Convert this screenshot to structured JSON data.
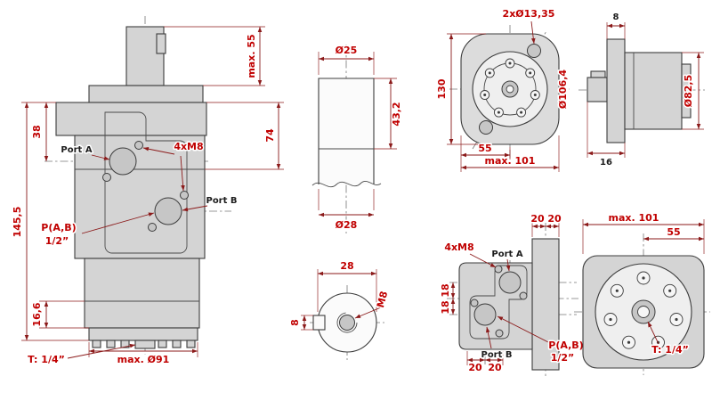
{
  "colors": {
    "dimension_red": "#c00000",
    "dimension_line": "#8b1a1a",
    "drawing_line": "#3c3c3c",
    "metal_fill": "#d4d4d4"
  },
  "drawing": {
    "front_view": {
      "dim_38": "38",
      "dim_145_5": "145,5",
      "dim_16_6": "16,6",
      "dim_max_55": "max. 55",
      "dim_74": "74",
      "dim_max_d91": "max. Ø91",
      "label_4xm8": "4xM8",
      "label_port_a": "Port A",
      "label_port_b": "Port B",
      "label_p_ab": "P(A,B)",
      "label_p_ab_size": "1/2”",
      "label_t": "T: 1/4”"
    },
    "shaft_view": {
      "dim_d25": "Ø25",
      "dim_43_2": "43,2",
      "dim_d28": "Ø28"
    },
    "shaft_end_view": {
      "dim_28": "28",
      "dim_8": "8",
      "label_m8": "M8"
    },
    "flange_view": {
      "dim_2xd13_35": "2xØ13,35",
      "dim_130": "130",
      "dim_d106_4": "Ø106,4",
      "dim_55": "55",
      "dim_max_101": "max. 101"
    },
    "side_view": {
      "dim_8": "8",
      "dim_d82_5": "Ø82,5",
      "dim_16": "16"
    },
    "port_view": {
      "dim_top_20_left": "20",
      "dim_top_20_right": "20",
      "dim_left_18_top": "18",
      "dim_left_18_bottom": "18",
      "dim_bottom_20_left": "20",
      "dim_bottom_20_right": "20",
      "label_4xm8": "4xM8",
      "label_port_a": "Port A",
      "label_port_b": "Port B",
      "label_p_ab": "P(A,B)",
      "label_p_ab_size": "1/2”"
    },
    "rear_view": {
      "dim_max_101": "max. 101",
      "dim_55": "55",
      "label_t": "T: 1/4”"
    }
  }
}
